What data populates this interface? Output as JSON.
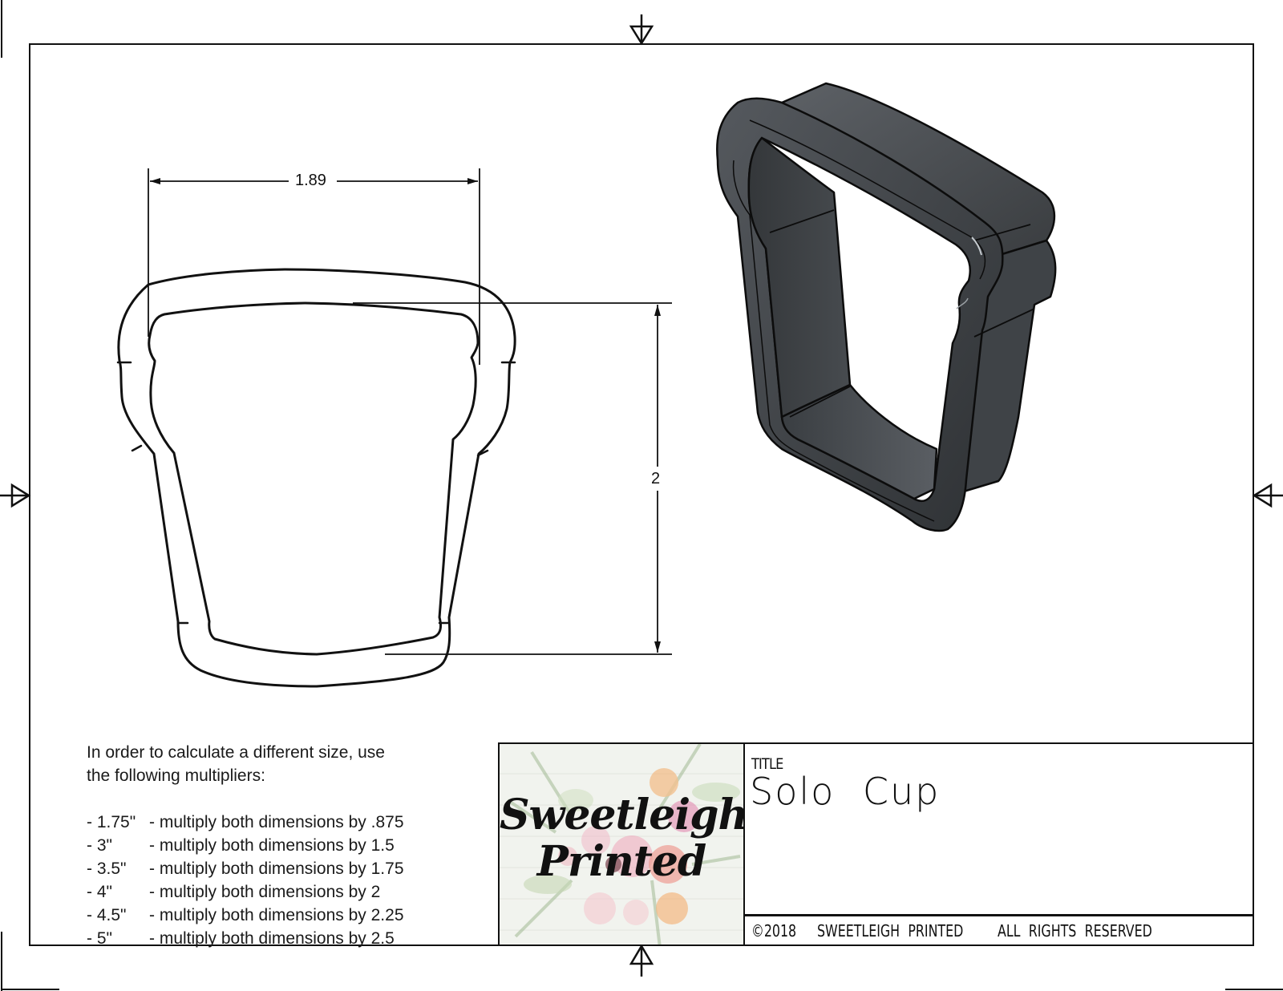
{
  "drawing": {
    "type": "cookie-cutter technical drawing",
    "views": {
      "front_outline": {
        "dimensions": {
          "width": {
            "value": "1.89",
            "unit": "in"
          },
          "height": {
            "value": "2",
            "unit": "in"
          }
        }
      },
      "isometric_render": {
        "color": "#3c3f42"
      }
    }
  },
  "notes": {
    "intro": "In order to calculate a different size, use\nthe following multipliers:",
    "multipliers": [
      {
        "size": "- 1.75\"",
        "text": "- multiply both dimensions by .875"
      },
      {
        "size": "- 3\"",
        "text": "- multiply both dimensions by 1.5"
      },
      {
        "size": "- 3.5\"",
        "text": "- multiply both dimensions by 1.75"
      },
      {
        "size": "- 4\"",
        "text": "- multiply both dimensions by 2"
      },
      {
        "size": "- 4.5\"",
        "text": "- multiply both dimensions by 2.25"
      },
      {
        "size": "- 5\"",
        "text": "- multiply both dimensions by 2.5"
      }
    ]
  },
  "logo": {
    "line1": "Sweetleigh",
    "line2": "Printed"
  },
  "title_block": {
    "label": "TITLE",
    "value": "Solo Cup",
    "footer": {
      "copyright": "©2018",
      "company": "SWEETLEIGH PRINTED",
      "rights": "ALL RIGHTS RESERVED"
    }
  },
  "colors": {
    "line": "#111111",
    "render_dark": "#2f3235",
    "render_mid": "#4a4e52",
    "render_light": "#6b7075",
    "paper": "#ffffff"
  }
}
